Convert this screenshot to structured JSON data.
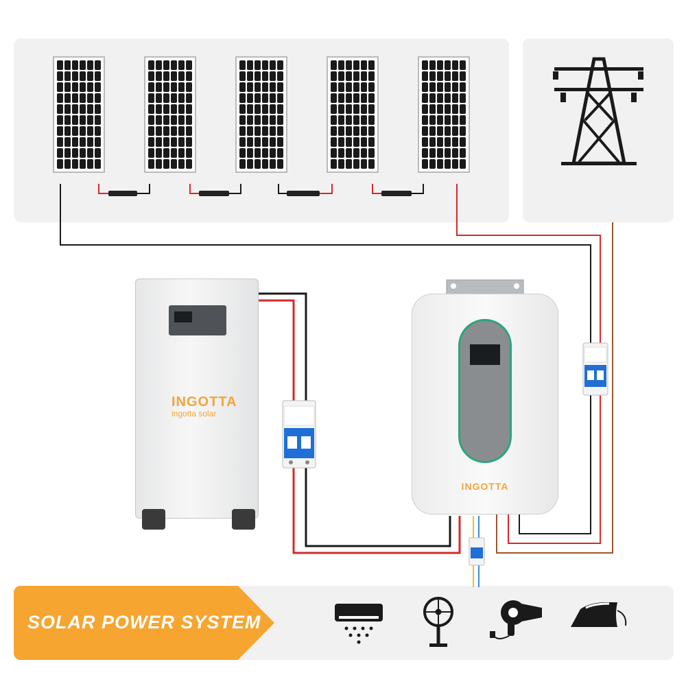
{
  "banner": {
    "title": "SOLAR POWER SYSTEM"
  },
  "battery": {
    "brand": "INGOTTA",
    "brand_sub": "ingotta solar"
  },
  "inverter": {
    "brand": "INGOTTA"
  },
  "icons": {
    "utility_grid": "power-tower-icon",
    "appliances": [
      "air-conditioner-icon",
      "fan-icon",
      "hair-dryer-icon",
      "iron-icon"
    ]
  },
  "colors": {
    "banner_orange": "#f6a530",
    "wire_red": "#d42a2a",
    "wire_black": "#1a1a1a",
    "wire_brown": "#a0542a",
    "wire_blue": "#3f8fd8",
    "wire_yellow": "#e6c23a",
    "breaker_blue": "#1f6fd6",
    "inverter_accent": "#2aa57c"
  },
  "components": {
    "solar_panel_count": 5
  }
}
